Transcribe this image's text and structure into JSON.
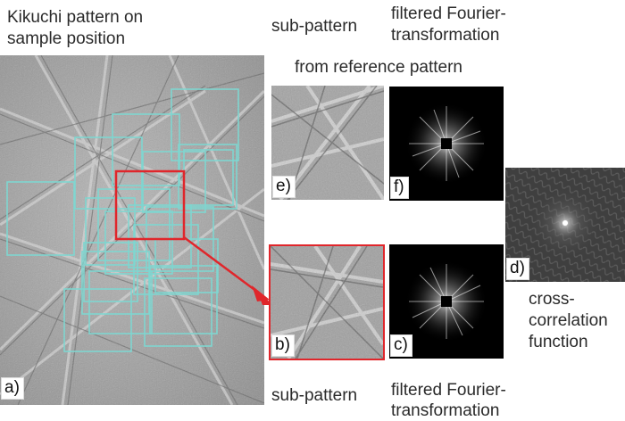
{
  "captions": {
    "main_title_line1": "Kikuchi pattern on",
    "main_title_line2": "sample position",
    "subpattern_top": "sub-pattern",
    "fourier_top_line1": "filtered Fourier-",
    "fourier_top_line2": "transformation",
    "reference_caption": "from reference pattern",
    "subpattern_bottom": "sub-pattern",
    "fourier_bottom_line1": "filtered Fourier-",
    "fourier_bottom_line2": "transformation",
    "cross_line1": "cross-",
    "cross_line2": "correlation",
    "cross_line3": "function"
  },
  "panel_labels": {
    "a": "a)",
    "b": "b)",
    "c": "c)",
    "d": "d)",
    "e": "e)",
    "f": "f)"
  },
  "colors": {
    "roi_boxes": "#7fd6d0",
    "selected_box": "#e0262b",
    "arrow": "#e0262b",
    "pattern_bg": "#9a9a9a",
    "fft_bg": "#000000"
  }
}
